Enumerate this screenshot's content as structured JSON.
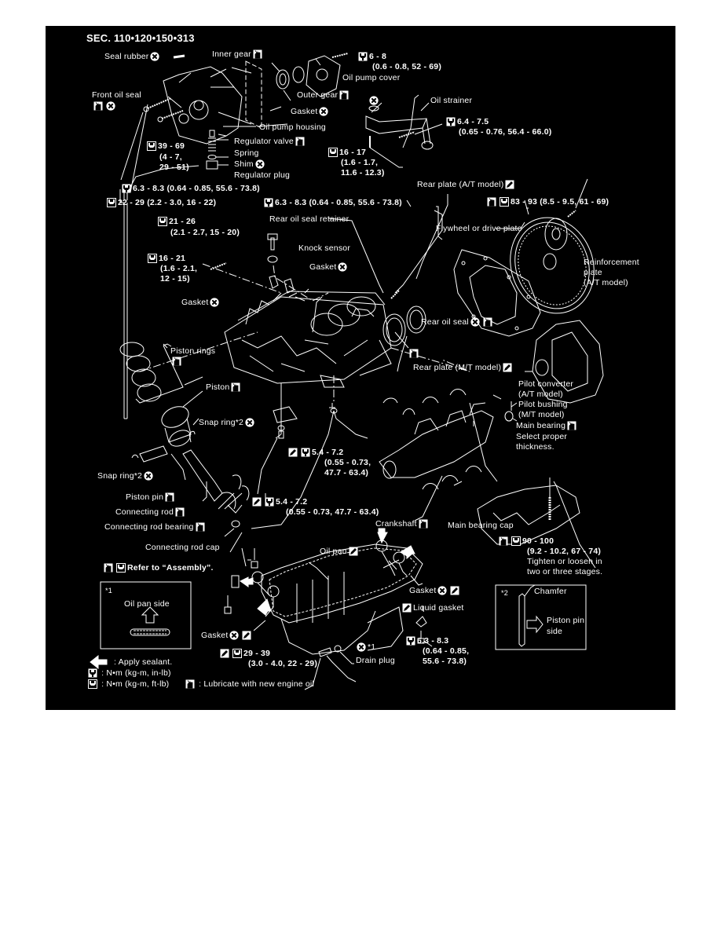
{
  "section": "SEC. 110•120•150•313",
  "colors": {
    "background": "#000000",
    "ink": "#ffffff",
    "page": "#ffffff"
  },
  "labels": {
    "seal_rubber": "Seal rubber",
    "inner_gear": "Inner gear",
    "oil_pump_bolt_torque": "6 - 8",
    "oil_pump_bolt_torque_alt": "(0.6 - 0.8, 52 - 69)",
    "oil_pump_cover": "Oil pump cover",
    "outer_gear": "Outer gear",
    "front_oil_seal": "Front oil seal",
    "gasket": "Gasket",
    "oil_pump_housing": "Oil pump housing",
    "regulator_valve": "Regulator valve",
    "spring": "Spring",
    "shim": "Shim",
    "regulator_plug": "Regulator plug",
    "reg_plug_torque_1": "39 - 69",
    "reg_plug_torque_2": "(4 - 7,",
    "reg_plug_torque_3": "29 - 51)",
    "pump_bolt_torque_a": "6.3 - 8.3 (0.64 - 0.85, 55.6 - 73.8)",
    "pump_bolt_torque_b": "22 - 29 (2.2 - 3.0, 16 - 22)",
    "oil_strainer": "Oil strainer",
    "strainer_torque_1": "6.4 - 7.5",
    "strainer_torque_2": "(0.65 - 0.76, 56.4 - 66.0)",
    "strainer_bolt_torque_1": "16 - 17",
    "strainer_bolt_torque_2": "(1.6 - 1.7,",
    "strainer_bolt_torque_3": "11.6 - 12.3)",
    "rear_plate_at": "Rear plate (A/T model)",
    "flywheel_torque": "83 - 93 (8.5 - 9.5, 61 - 69)",
    "retainer_torque": "6.3 - 8.3 (0.64 - 0.85, 55.6 - 73.8)",
    "flywheel": "Flywheel or drive plate",
    "rear_oil_seal_retainer": "Rear oil seal retainer",
    "knock_sensor_torque_1": "21 - 26",
    "knock_sensor_torque_2": "(2.1 - 2.7, 15 - 20)",
    "knock_sensor": "Knock sensor",
    "side_bolt_torque_1": "16 - 21",
    "side_bolt_torque_2": "(1.6 - 2.1,",
    "side_bolt_torque_3": "12 - 15)",
    "reinforcement_plate_1": "Reinforcement",
    "reinforcement_plate_2": "plate",
    "reinforcement_plate_3": "(A/T model)",
    "rear_oil_seal": "Rear oil seal",
    "piston_rings": "Piston rings",
    "rear_plate_mt": "Rear plate (M/T model)",
    "piston": "Piston",
    "pilot_converter_1": "Pilot converter",
    "pilot_converter_2": "(A/T model)",
    "pilot_bushing_1": "Pilot bushing",
    "pilot_bushing_2": "(M/T model)",
    "snap_ring": "Snap ring*2",
    "main_bearing": "Main bearing",
    "main_bearing_note_1": "Select proper",
    "main_bearing_note_2": "thickness.",
    "plug_torque_a_1": "5.4 - 7.2",
    "plug_torque_a_2": "(0.55 - 0.73,",
    "plug_torque_a_3": "47.7 - 63.4)",
    "piston_pin": "Piston pin",
    "connecting_rod": "Connecting rod",
    "plug_torque_b_1": "5.4 - 7.2",
    "plug_torque_b_2": "(0.55 - 0.73, 47.7 - 63.4)",
    "connecting_rod_bearing": "Connecting rod bearing",
    "crankshaft": "Crankshaft",
    "main_bearing_cap": "Main bearing cap",
    "connecting_rod_cap": "Connecting rod cap",
    "refer_assembly": "Refer to “Assembly”.",
    "cap_torque_1": "90 - 100",
    "cap_torque_2": "(9.2 - 10.2, 67 - 74)",
    "cap_torque_3": "Tighten or loosen in",
    "cap_torque_4": "two or three stages.",
    "oil_pan": "Oil pan",
    "liquid_gasket": "Liquid gasket",
    "pan_bolt_torque_1": "6.3 - 8.3",
    "pan_bolt_torque_2": "(0.64 - 0.85,",
    "pan_bolt_torque_3": "55.6 - 73.8)",
    "drain_torque_1": "29 - 39",
    "drain_torque_2": "(3.0 - 4.0, 22 - 29)",
    "drain_plug": "Drain plug",
    "note_1_ref": "*1"
  },
  "inset1": {
    "mark": "*1",
    "text": "Oil pan side"
  },
  "inset2": {
    "mark": "*2",
    "chamfer": "Chamfer",
    "side_1": "Piston pin",
    "side_2": "side"
  },
  "legend": {
    "sealant": ": Apply sealant.",
    "nm_inlb": ": N•m (kg-m, in-lb)",
    "nm_ftlb": ": N•m (kg-m, ft-lb)",
    "lubricate": ": Lubricate with new engine oil"
  },
  "icons": {
    "replace": "x-circle-icon",
    "oil": "oil-can-icon",
    "torque_inlb": "torque-wrench-filled-icon",
    "torque_ftlb": "torque-wrench-icon",
    "sealant": "sealant-tube-icon",
    "arrow": "sealant-arrow-icon"
  }
}
